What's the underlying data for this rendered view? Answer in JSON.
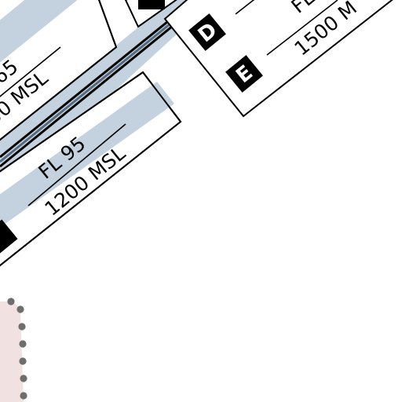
{
  "colors": {
    "background": "#ffffff",
    "corridor_band": "#c4d2df",
    "corridor_lines": "#000000",
    "corridor_mid": "#566a7f",
    "restricted_fill": "#f1e1e1",
    "restricted_dots": "#6e6e6e",
    "box_stroke": "#000000",
    "letter_bg": "#000000",
    "letter_text": "#ffffff"
  },
  "airspace_labels": {
    "top_left": {
      "ceiling": "65",
      "floor": "00 MSL"
    },
    "middle": {
      "ceiling": "FL 95",
      "floor": "1200 MSL"
    },
    "top_right": {
      "ceiling": "FL",
      "floor": "1500 M",
      "class_letters": [
        "D",
        "E"
      ]
    }
  },
  "icons": [
    "airway-corridor",
    "restricted-area-dotted-border",
    "class-letter-badge"
  ]
}
